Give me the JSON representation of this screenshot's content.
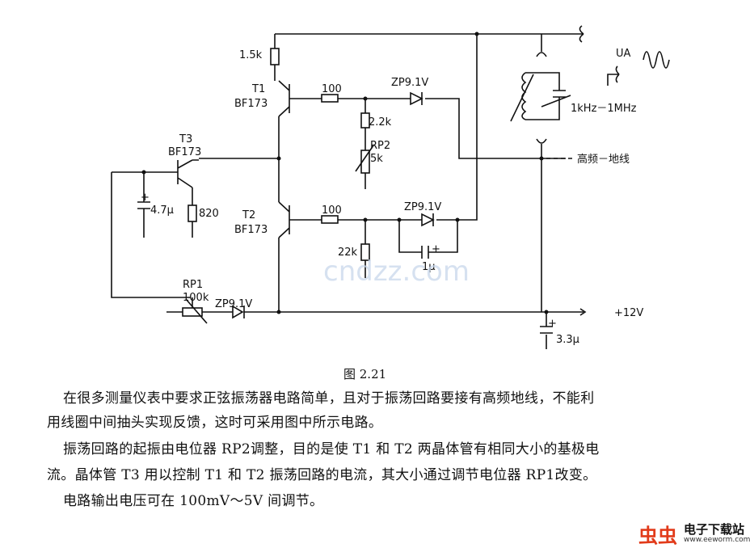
{
  "figure": {
    "caption": "图 2.21",
    "labels": {
      "r_top": "1.5k",
      "t1": "T1",
      "t1_type": "BF173",
      "t2": "T2",
      "t2_type": "BF173",
      "t3": "T3",
      "t3_type": "BF173",
      "r_t1_base": "100",
      "r_t2_base": "100",
      "zd_top": "ZP9.1V",
      "zd_mid": "ZP9.1V",
      "zd_bot": "ZP9.1V",
      "r_22k2": "2.2k",
      "rp2": "RP2",
      "rp2_val": "5k",
      "r_22k": "22k",
      "c_1u": "1μ",
      "c_47u": "4.7μ",
      "r_820": "820",
      "rp1": "RP1",
      "rp1_val": "100k",
      "ua": "UA",
      "freq": "1kHz－1MHz",
      "hf_ground": "高频－地线",
      "vcc": "+12V",
      "c_33u": "3.3μ",
      "plus": "+"
    },
    "watermark": "cndzz.com"
  },
  "text": {
    "p1_line1": "在很多测量仪表中要求正弦振荡器电路简单，且对于振荡回路要接有高频地线，不能利",
    "p1_line2": "用线圈中间抽头实现反馈，这时可采用图中所示电路。",
    "p2_line1": "振荡回路的起振由电位器 RP2调整，目的是使 T1 和 T2 两晶体管有相同大小的基极电",
    "p2_line2": "流。晶体管 T3 用以控制 T1 和 T2 振荡回路的电流，其大小通过调节电位器 RP1改变。",
    "p3_line1": "电路输出电压可在 100mV～5V 间调节。"
  },
  "logo": {
    "cn_mark": "虫虫",
    "title": "电子下载站",
    "url": "www.eeworm.com",
    "color": "#e23b1a"
  }
}
